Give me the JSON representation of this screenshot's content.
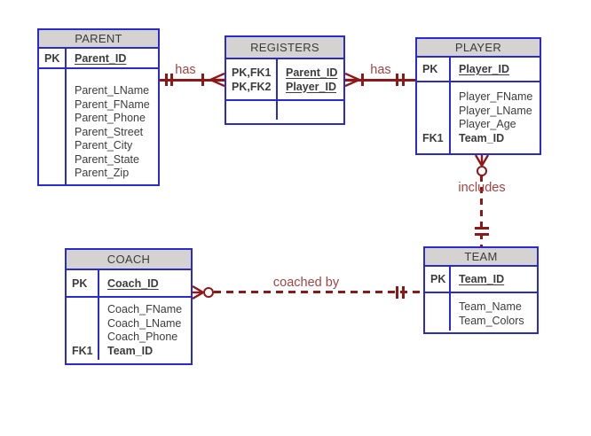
{
  "colors": {
    "entity_border": "#2a2ad0",
    "header_fill": "#d4d3d1",
    "relationship_line": "#8e1818",
    "relationship_label": "#a34343",
    "text": "#3c3c3c",
    "background": "#ffffff"
  },
  "entities": {
    "parent": {
      "name": "PARENT",
      "keys": [
        {
          "tag": "PK",
          "name": "Parent_ID"
        }
      ],
      "attrs": [
        {
          "tag": "",
          "name": "Parent_LName"
        },
        {
          "tag": "",
          "name": "Parent_FName"
        },
        {
          "tag": "",
          "name": "Parent_Phone"
        },
        {
          "tag": "",
          "name": "Parent_Street"
        },
        {
          "tag": "",
          "name": "Parent_City"
        },
        {
          "tag": "",
          "name": "Parent_State"
        },
        {
          "tag": "",
          "name": "Parent_Zip"
        }
      ]
    },
    "registers": {
      "name": "REGISTERS",
      "keys": [
        {
          "tag": "PK,FK1",
          "name": "Parent_ID"
        },
        {
          "tag": "PK,FK2",
          "name": "Player_ID"
        }
      ],
      "attrs": []
    },
    "player": {
      "name": "PLAYER",
      "keys": [
        {
          "tag": "PK",
          "name": "Player_ID"
        }
      ],
      "attrs": [
        {
          "tag": "",
          "name": "Player_FName"
        },
        {
          "tag": "",
          "name": "Player_LName"
        },
        {
          "tag": "",
          "name": "Player_Age"
        },
        {
          "tag": "FK1",
          "name": "Team_ID"
        }
      ]
    },
    "team": {
      "name": "TEAM",
      "keys": [
        {
          "tag": "PK",
          "name": "Team_ID"
        }
      ],
      "attrs": [
        {
          "tag": "",
          "name": "Team_Name"
        },
        {
          "tag": "",
          "name": "Team_Colors"
        }
      ]
    },
    "coach": {
      "name": "COACH",
      "keys": [
        {
          "tag": "PK",
          "name": "Coach_ID"
        }
      ],
      "attrs": [
        {
          "tag": "",
          "name": "Coach_FName"
        },
        {
          "tag": "",
          "name": "Coach_LName"
        },
        {
          "tag": "",
          "name": "Coach_Phone"
        },
        {
          "tag": "FK1",
          "name": "Team_ID"
        }
      ]
    }
  },
  "relationships": {
    "parent_registers": {
      "label": "has",
      "line": "solid",
      "parent_end": "one-and-only-one",
      "registers_end": "one-or-many"
    },
    "registers_player": {
      "label": "has",
      "line": "solid",
      "registers_end": "one-or-many",
      "player_end": "one-and-only-one"
    },
    "team_player": {
      "label": "includes",
      "line": "dashed",
      "player_end": "zero-or-many",
      "team_end": "one-and-only-one"
    },
    "team_coach": {
      "label": "coached by",
      "line": "dashed",
      "coach_end": "zero-or-many",
      "team_end": "one-and-only-one"
    }
  }
}
